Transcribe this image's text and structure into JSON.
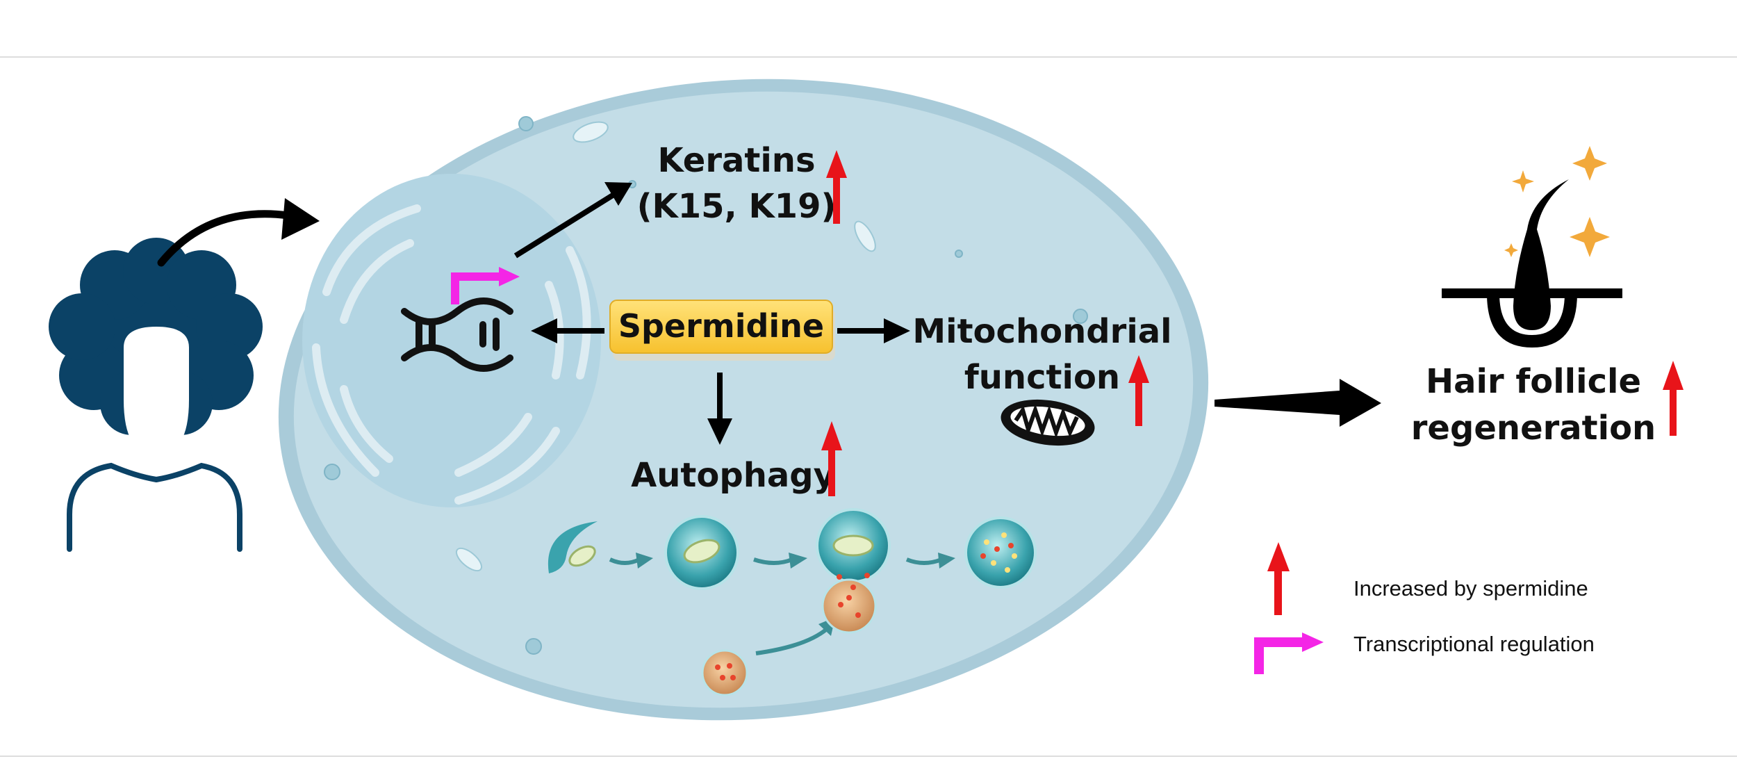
{
  "labels": {
    "keratins": "Keratins",
    "keratin_types": "(K15, K19)",
    "spermidine": "Spermidine",
    "mito_line1": "Mitochondrial",
    "mito_line2": "function",
    "autophagy": "Autophagy",
    "hair_line1": "Hair follicle",
    "hair_line2": "regeneration"
  },
  "legend": {
    "increased": "Increased by spermidine",
    "transcriptional": "Transcriptional regulation"
  },
  "colors": {
    "increase_arrow": "#e8141a",
    "transcription_arrow": "#f425e6",
    "person": "#0b4266",
    "cell_fill": "#c3dde7",
    "cell_border": "#a9cbd9",
    "spermidine_box": "#fbd046",
    "arrow": "#000000",
    "sparkle": "#f2a93b",
    "vesicle": "#3aa3ad"
  },
  "icons": [
    "person-icon",
    "dna-icon",
    "mitochondrion-icon",
    "hair-follicle-icon",
    "sparkle-icon",
    "vesicle-icon"
  ]
}
